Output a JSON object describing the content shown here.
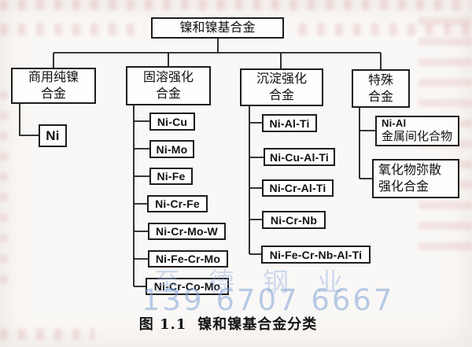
{
  "figure": {
    "caption_label": "图 1.1",
    "caption_title": "镍和镍基合金分类"
  },
  "tree": {
    "root": {
      "label": "镍和镍基合金"
    },
    "branches": [
      {
        "line1": "商用纯镍",
        "line2": "合金",
        "children": [
          {
            "l1": "Ni"
          }
        ]
      },
      {
        "line1": "固溶强化",
        "line2": "合金",
        "children": [
          {
            "l1": "Ni-Cu"
          },
          {
            "l1": "Ni-Mo"
          },
          {
            "l1": "Ni-Fe"
          },
          {
            "l1": "Ni-Cr-Fe"
          },
          {
            "l1": "Ni-Cr-Mo-W"
          },
          {
            "l1": "Ni-Fe-Cr-Mo"
          },
          {
            "l1": "Ni-Cr-Co-Mo"
          }
        ]
      },
      {
        "line1": "沉淀强化",
        "line2": "合金",
        "children": [
          {
            "l1": "Ni-Al-Ti"
          },
          {
            "l1": "Ni-Cu-Al-Ti"
          },
          {
            "l1": "Ni-Cr-Al-Ti"
          },
          {
            "l1": "Ni-Cr-Nb"
          },
          {
            "l1": "Ni-Fe-Cr-Nb-Al-Ti"
          }
        ]
      },
      {
        "line1": "特殊",
        "line2": "合金",
        "children": [
          {
            "l1": "Ni-Al",
            "l2": "金属间化合物"
          },
          {
            "l1": "氧化物弥散",
            "l2": "强化合金"
          }
        ]
      }
    ]
  },
  "watermark": {
    "company": "至德钢业",
    "phone": "139 6707 6667",
    "color": "#80a2d6"
  },
  "colors": {
    "line": "#1d1d1d",
    "paper": "#faf8f6"
  }
}
